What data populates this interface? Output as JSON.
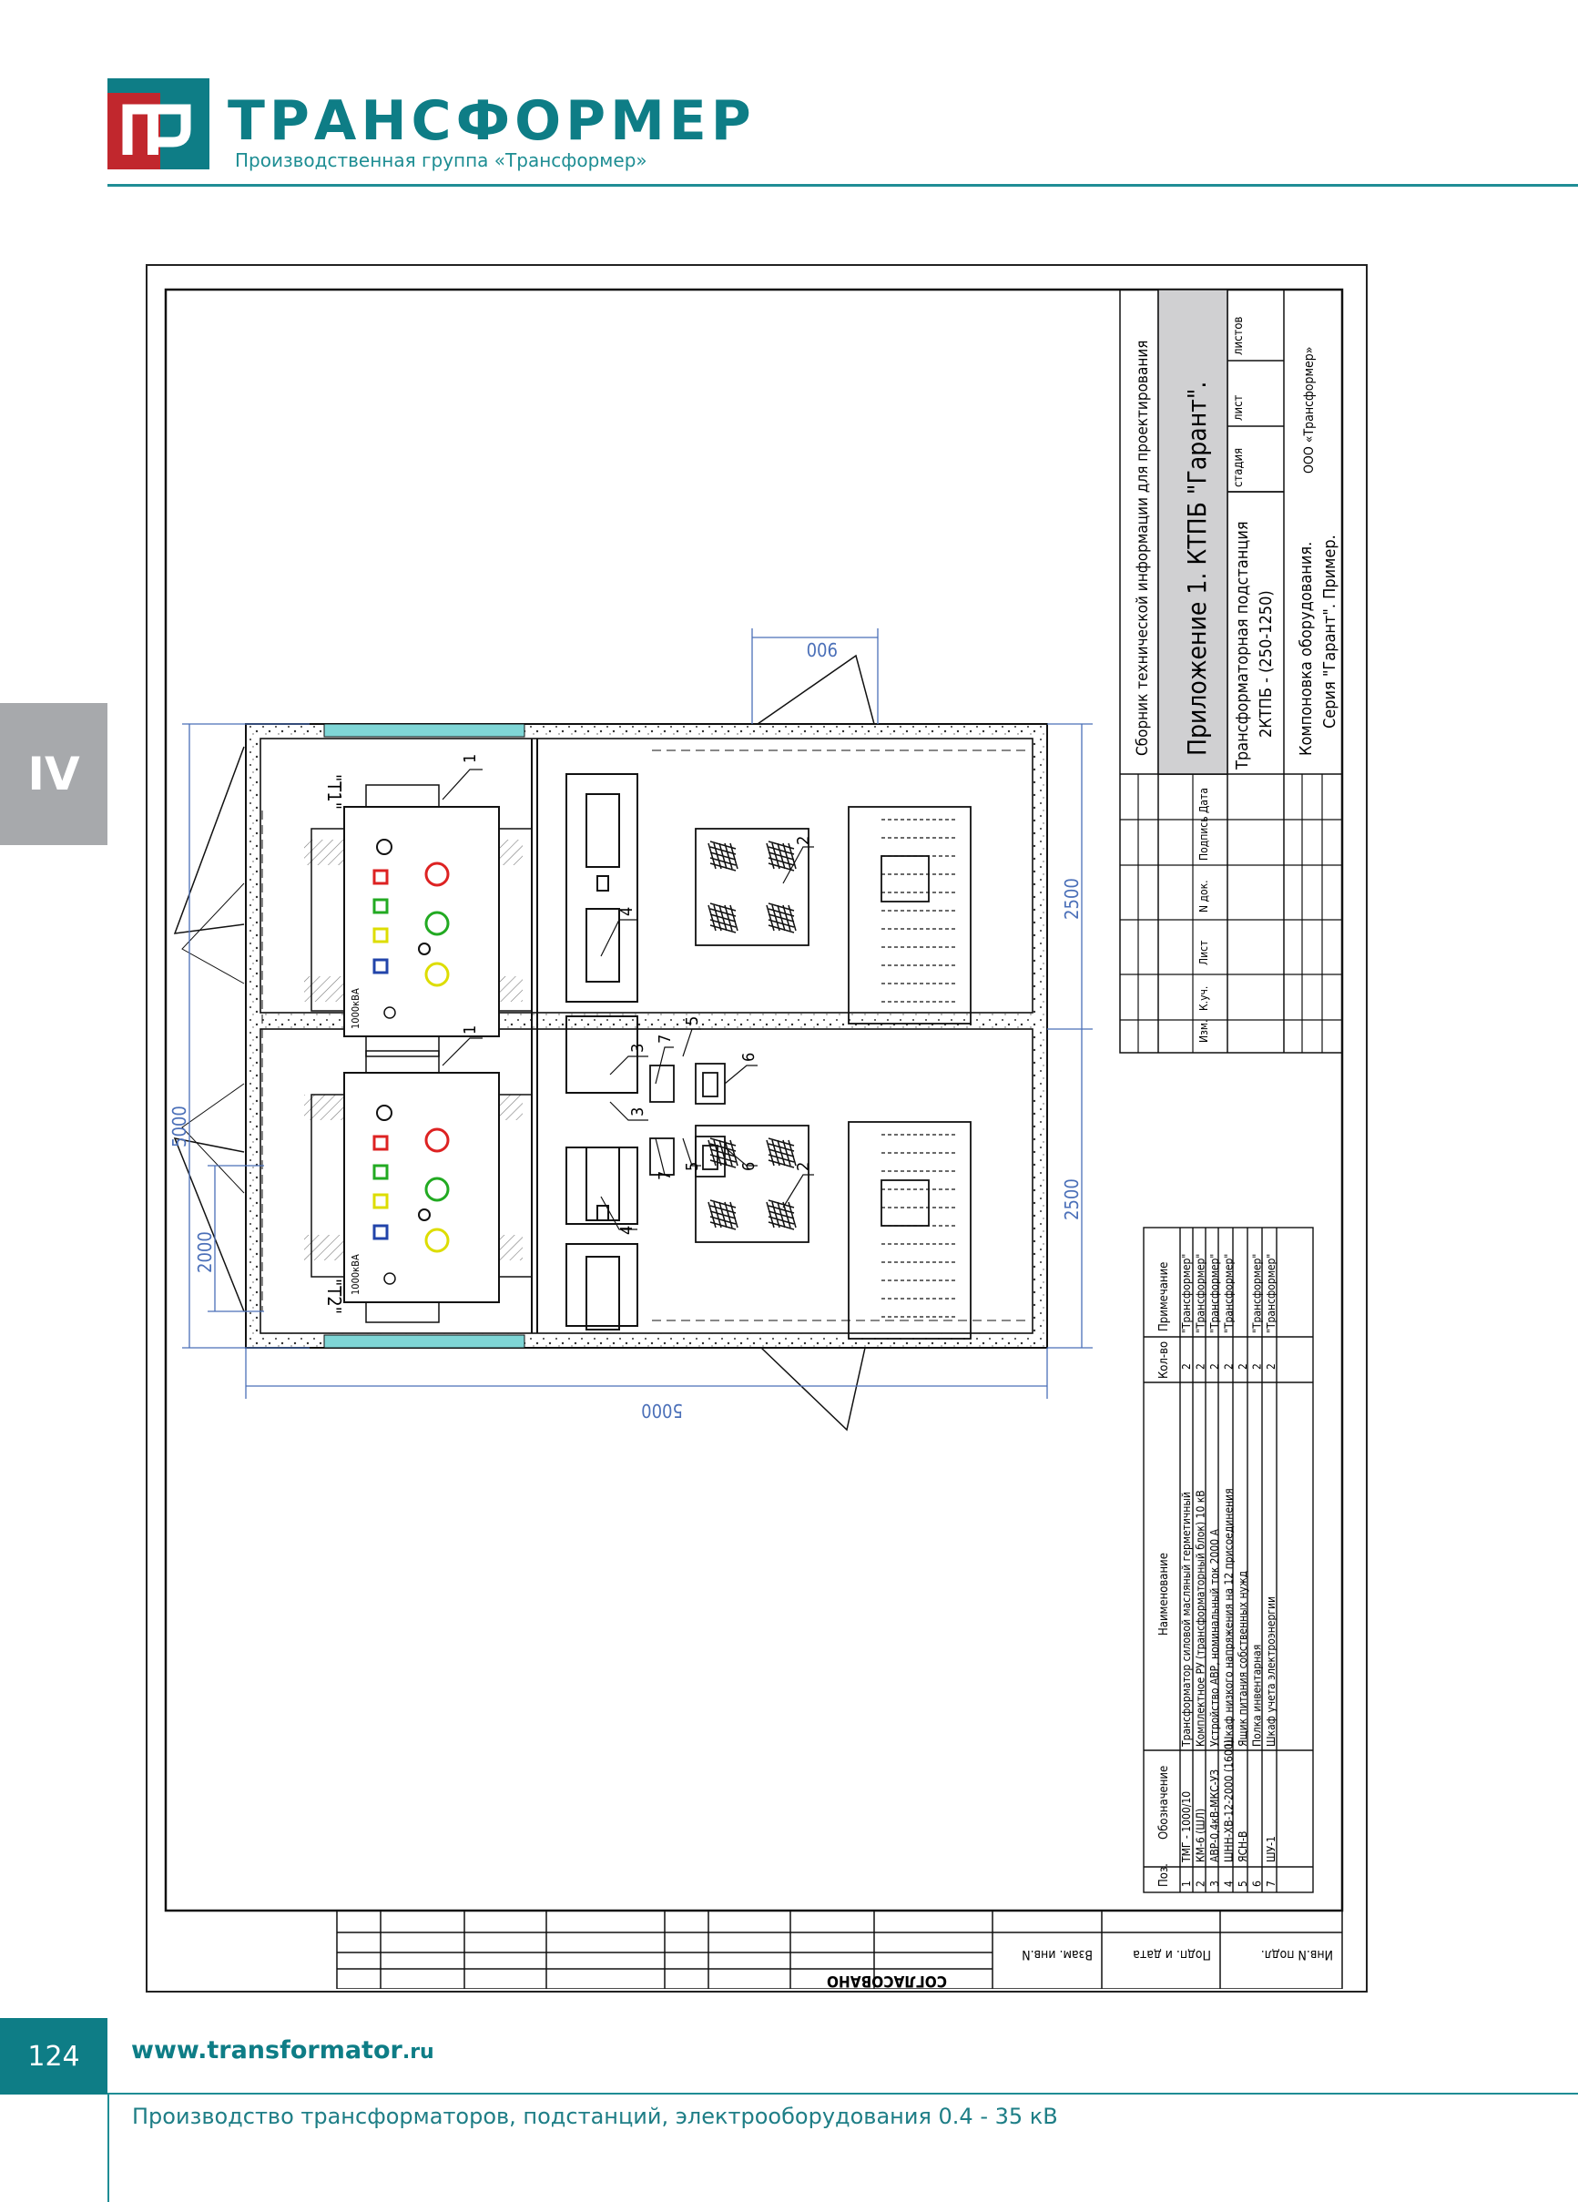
{
  "header": {
    "brand": "ТРАНСФОРМЕР",
    "subtitle": "Производственная группа «Трансформер»",
    "logo_letters": "ТР"
  },
  "section_tab": "IV",
  "drawing": {
    "title_block": {
      "collection": "Сборник технической информации для проектирования",
      "appendix": "Приложение 1. КТПБ \"Гарант\".",
      "object_line1": "Трансформаторная подстанция",
      "object_line2": "2КТПБ - (250-1250)",
      "sheet_title_line1": "Компоновка оборудования.",
      "sheet_title_line2": "Серия \"Гарант\". Пример.",
      "company": "ООО «Трансформер»",
      "stage_label": "стадия",
      "sheet_label": "лист",
      "sheets_label": "листов",
      "revision_headers": [
        "Изм.",
        "К.уч.",
        "Лист",
        "N док.",
        "Подпись",
        "Дата"
      ]
    },
    "left_strip": {
      "approved": "СОГЛАСОВАНО",
      "labels": [
        "Взам. инв.N",
        "Подп. и дата",
        "Инв.N подл."
      ]
    },
    "spec_table": {
      "headers": [
        "Поз.",
        "Обозначение",
        "Наименование",
        "Кол-во",
        "Примечание"
      ],
      "rows": [
        {
          "pos": "1",
          "designation": "ТМГ - 1000/10",
          "name": "Трансформатор силовой масляный герметичный",
          "qty": "2",
          "note": "\"Трансформер\""
        },
        {
          "pos": "2",
          "designation": "КМ-6 (ШЛ)",
          "name": "Комплектное РУ (трансформаторный блок) 10 кВ",
          "qty": "2",
          "note": "\"Трансформер\""
        },
        {
          "pos": "3",
          "designation": "АВР-0,4кВ-МКС-УЗ",
          "name": "Устройство АВР, номинальный ток 2000 А",
          "qty": "2",
          "note": "\"Трансформер\""
        },
        {
          "pos": "4",
          "designation": "ШНН-ХВ-12-2000 (1600)",
          "name": "Шкаф низкого напряжения на 12 присоединения",
          "qty": "2",
          "note": "\"Трансформер\""
        },
        {
          "pos": "5",
          "designation": "ЯСН-В",
          "name": "Ящик питания собственных нужд",
          "qty": "2",
          "note": ""
        },
        {
          "pos": "6",
          "designation": "",
          "name": "Полка инвентарная",
          "qty": "2",
          "note": "\"Трансформер\""
        },
        {
          "pos": "7",
          "designation": "ШУ-1",
          "name": "Шкаф учета электроэнергии",
          "qty": "2",
          "note": "\"Трансформер\""
        }
      ]
    },
    "plan": {
      "dim_total_length": "5000",
      "dim_total_width": "5000",
      "dim_half": "2500",
      "dim_inner": "2000",
      "dim_door": "900",
      "label_t1": "\"Т1\"",
      "label_t2": "\"Т2\"",
      "rating": "1000кВА",
      "callouts": [
        "1",
        "2",
        "3",
        "4",
        "5",
        "6",
        "7"
      ]
    }
  },
  "footer": {
    "page_number": "124",
    "website_main": "www.transformator",
    "website_tld": ".ru",
    "tagline": "Производство трансформаторов, подстанций, электрооборудования 0.4 - 35 кВ"
  },
  "colors": {
    "brand_teal": "#0e7d86",
    "logo_red": "#c1272d",
    "tab_gray": "#a7a9ac",
    "dimension_blue": "#4a6fb8",
    "window_cyan": "#7fd6d6"
  }
}
